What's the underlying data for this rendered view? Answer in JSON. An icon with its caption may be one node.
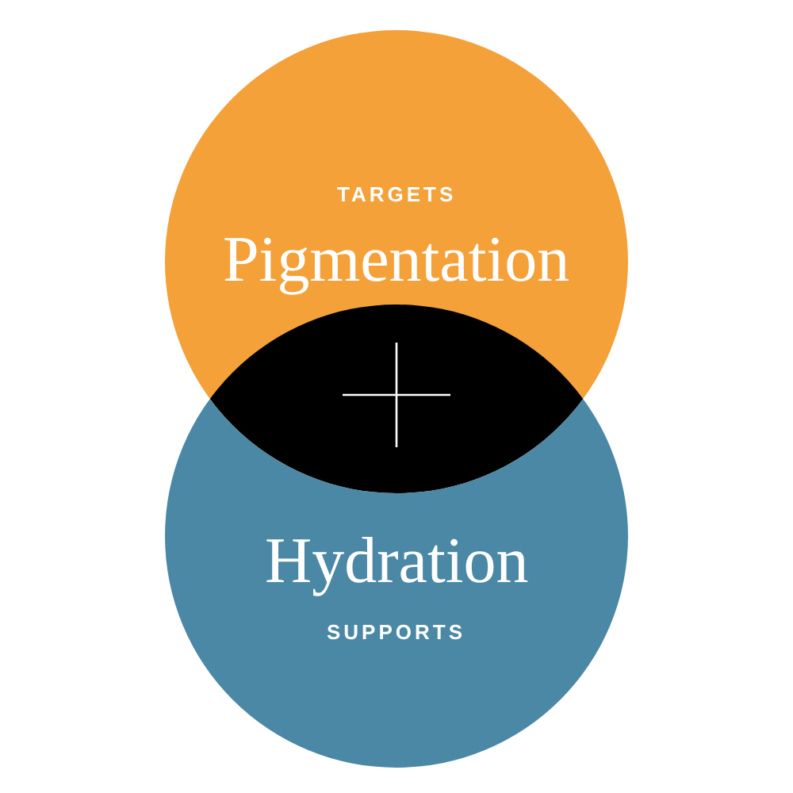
{
  "diagram": {
    "nodes": [
      {
        "text": [
          "TARGETS",
          "Pigmentation"
        ]
      },
      {
        "text": [
          "Hydration",
          "SUPPORTS"
        ]
      }
    ]
  }
}
